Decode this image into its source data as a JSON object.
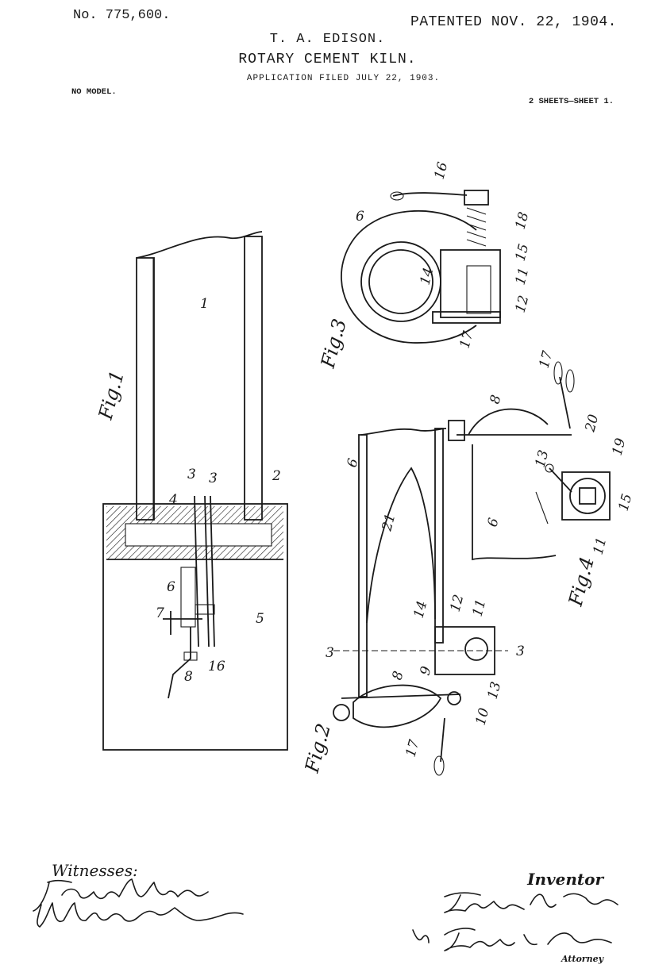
{
  "header": {
    "patent_number": "No. 775,600.",
    "patent_date": "PATENTED NOV. 22, 1904.",
    "inventor_name": "T. A. EDISON.",
    "title": "ROTARY CEMENT KILN.",
    "application_filed": "APPLICATION FILED JULY 22, 1903.",
    "model_note": "NO MODEL.",
    "sheet_note": "2 SHEETS—SHEET 1."
  },
  "figures": {
    "fig1": {
      "label": "Fig.1",
      "parts": [
        "1",
        "2",
        "3",
        "3",
        "4",
        "5",
        "6",
        "7",
        "8",
        "16"
      ]
    },
    "fig2": {
      "label": "Fig.2",
      "parts": [
        "6",
        "21",
        "14",
        "12",
        "11",
        "3",
        "3",
        "8",
        "9",
        "13",
        "10",
        "17"
      ]
    },
    "fig3": {
      "label": "Fig.3",
      "parts": [
        "6",
        "16",
        "18",
        "14",
        "15",
        "11",
        "12",
        "17"
      ]
    },
    "fig4": {
      "label": "Fig.4",
      "parts": [
        "8",
        "17",
        "20",
        "13",
        "19",
        "6",
        "15",
        "11"
      ]
    }
  },
  "footer": {
    "witnesses_label": "Witnesses:",
    "witness_signatures": [
      "James H. White",
      "William A. Dolan"
    ],
    "inventor_label": "Inventor",
    "inventor_signature": "Thomas A. Edison",
    "attorney_signature": "by Frank L. Dyer",
    "attorney_label": "Attorney"
  },
  "colors": {
    "ink": "#1a1a1a",
    "paper": "#ffffff"
  }
}
